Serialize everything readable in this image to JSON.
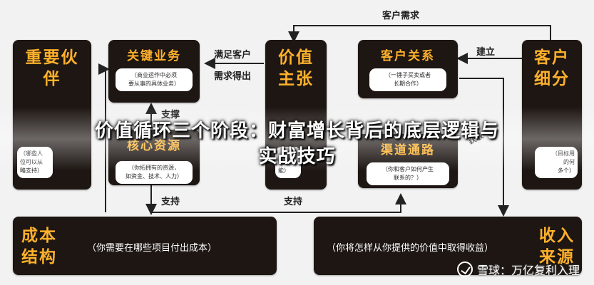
{
  "overlay_title": {
    "line1": "价值循环三个阶段：财富增长背后的底层逻辑与",
    "line2": "实战技巧"
  },
  "nodes": {
    "key_partners": {
      "title": "重要伙伴",
      "desc_partial": "（哪些人\n位可以从\n略支持）"
    },
    "key_activities": {
      "title": "关键业务",
      "desc": "（商业运作中必须\n要从事的具体业务）"
    },
    "key_resources": {
      "title": "核心资源",
      "desc": "（你拓拥有的资源，\n如资金、技术、人力）"
    },
    "value_proposition": {
      "title": "价值主张",
      "desc_partial": "（你\n能必\n能）"
    },
    "customer_relationships": {
      "title": "客户关系",
      "desc": "（一锤子买卖或者\n长期合作）"
    },
    "channels": {
      "title": "渠道通路",
      "desc": "（你和客户如何产生\n联系的？）"
    },
    "customer_segments": {
      "title": "客户细分",
      "desc_partial": "（目标用\n的何\n多个）"
    },
    "cost_structure": {
      "title": "成本结构",
      "desc": "（你需要在哪些项目付出成本）"
    },
    "revenue_streams": {
      "title": "收入来源",
      "desc": "（你将怎样从你提供的价值中取得收益）"
    }
  },
  "edges": {
    "customer_demand": "客户需求",
    "meet_customer": "满足客户",
    "demand_derived": "需求得出",
    "establish": "建立",
    "support_top": "支撑",
    "support_left": "支持",
    "support_right": "支持",
    "acquire": "获取"
  },
  "watermark": {
    "brand": "雪球：万亿复利入理"
  },
  "colors": {
    "box_bg": "#1d1613",
    "title_accent": "#ffb12b",
    "page_bg": "#f2f2f2",
    "line": "#222222"
  }
}
